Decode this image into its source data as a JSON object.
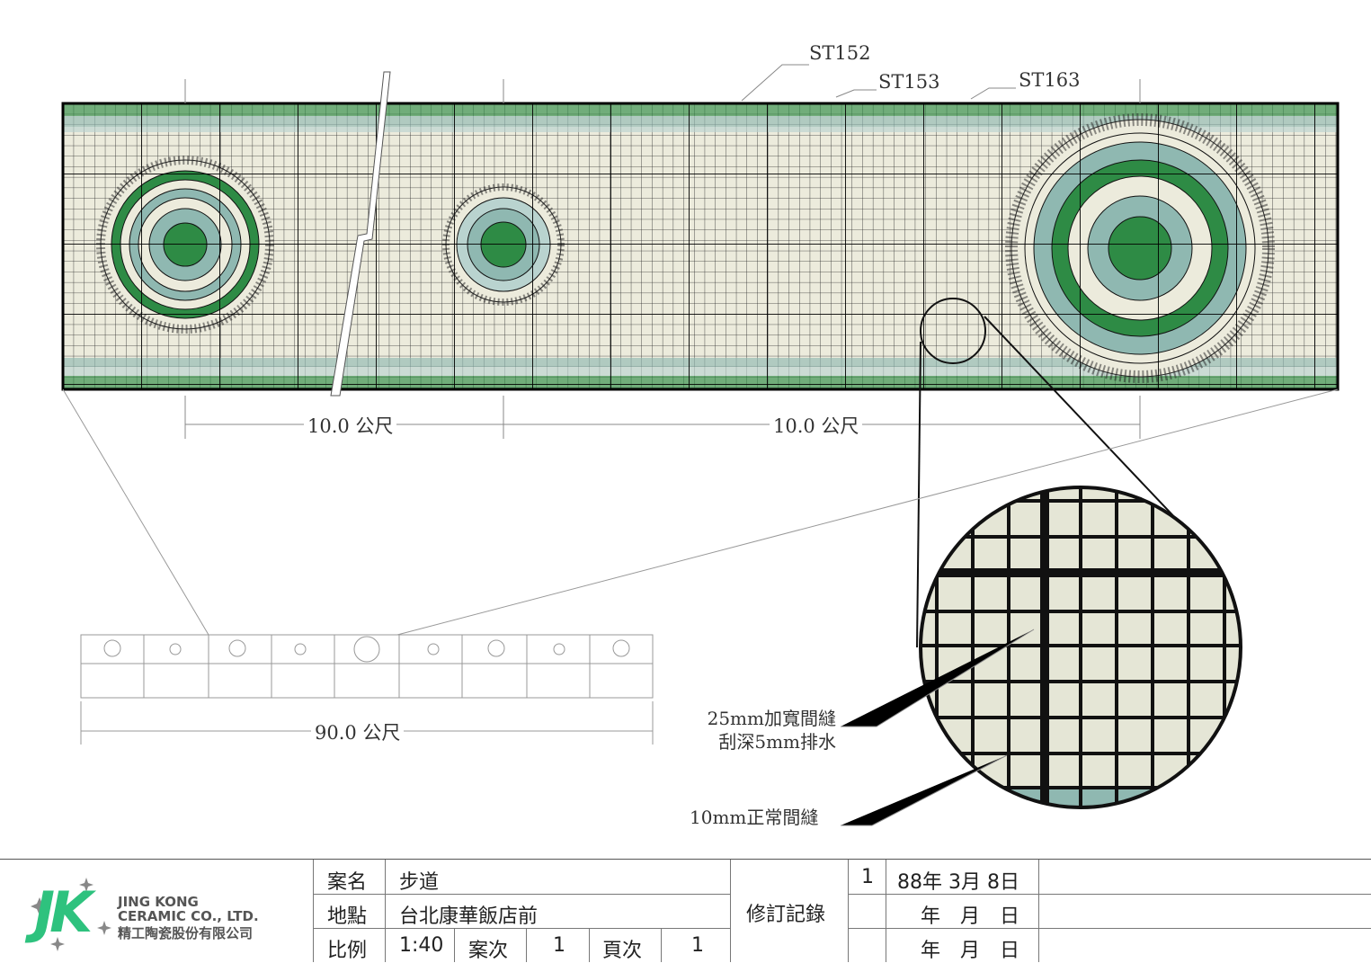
{
  "drawing": {
    "tile_codes": [
      "ST152",
      "ST153",
      "ST163"
    ],
    "dimensions": {
      "segment_left": "10.0 公尺",
      "segment_right": "10.0 公尺",
      "overall": "90.0 公尺"
    },
    "notes": {
      "wide_joint_line1": "25mm加寬間縫",
      "wide_joint_line2": "刮深5mm排水",
      "normal_joint": "10mm正常間縫"
    },
    "colors": {
      "green": "#2e8b45",
      "dark_green": "#1f6e34",
      "teal": "#8fb8b1",
      "light_teal": "#b9d3cf",
      "cream": "#ecebdc",
      "grout": "#111111"
    }
  },
  "title_block": {
    "company": {
      "logo_mark": "JK",
      "name_en_line1": "JING KONG",
      "name_en_line2": "CERAMIC CO., LTD.",
      "name_zh": "精工陶瓷股份有限公司"
    },
    "project_name_label": "案名",
    "project_name": "步道",
    "location_label": "地點",
    "location": "台北康華飯店前",
    "scale_label": "比例",
    "scale": "1:40",
    "case_label": "案次",
    "case_no": "1",
    "page_label": "頁次",
    "page_no": "1",
    "revision_label": "修訂記錄",
    "revisions": [
      {
        "no": "1",
        "date": "88年 3月 8日"
      },
      {
        "no": "",
        "date": "年　月　日"
      },
      {
        "no": "",
        "date": "年　月　日"
      }
    ]
  }
}
